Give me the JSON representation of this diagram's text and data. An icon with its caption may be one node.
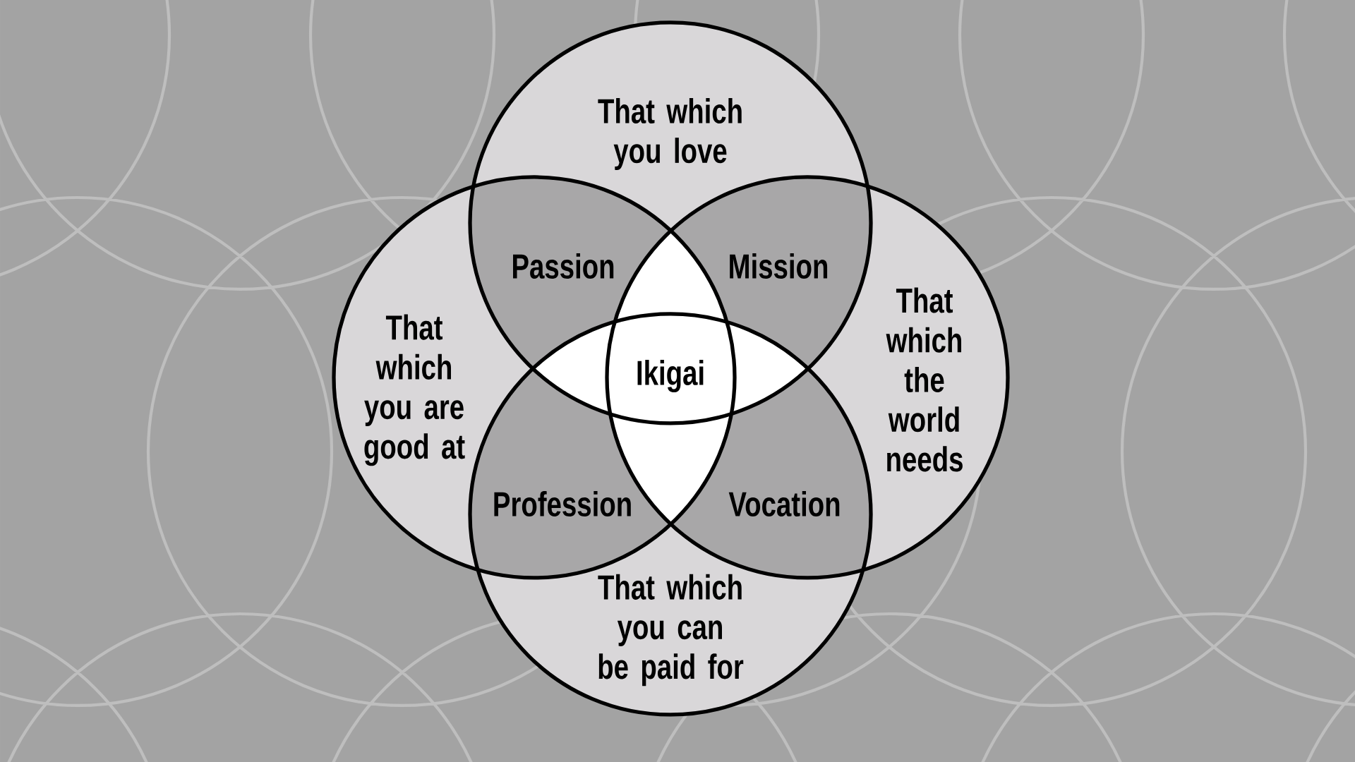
{
  "diagram": {
    "nodes": [
      {
        "text": [
          "That which you love"
        ]
      },
      {
        "text": [
          "Passion"
        ]
      },
      {
        "text": [
          "Mission"
        ]
      },
      {
        "text": [
          "That which you are good at"
        ]
      },
      {
        "text": [
          "Ikigai"
        ]
      },
      {
        "text": [
          "That which the world needs"
        ]
      },
      {
        "text": [
          "Profession"
        ]
      },
      {
        "text": [
          "Vocation"
        ]
      },
      {
        "text": [
          "That which you can be paid for"
        ]
      }
    ],
    "edges": []
  }
}
